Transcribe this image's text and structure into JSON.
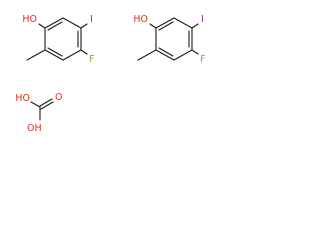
{
  "molecules": [
    {
      "id": "phenol-1",
      "labels": {
        "hydroxyl": "HO",
        "iodo": "I",
        "fluoro": "F"
      }
    },
    {
      "id": "phenol-2",
      "labels": {
        "hydroxyl": "HO",
        "iodo": "I",
        "fluoro": "F"
      }
    },
    {
      "id": "carbonic-acid",
      "labels": {
        "carbonyl_oxygen": "O",
        "hydroxyl_top": "HO",
        "hydroxyl_bottom": "OH"
      }
    }
  ],
  "colors": {
    "bond": "#1a1a1a",
    "oxygen": "#e8281c",
    "iodine": "#8b2aa0",
    "fluorine": "#7fb23a"
  }
}
